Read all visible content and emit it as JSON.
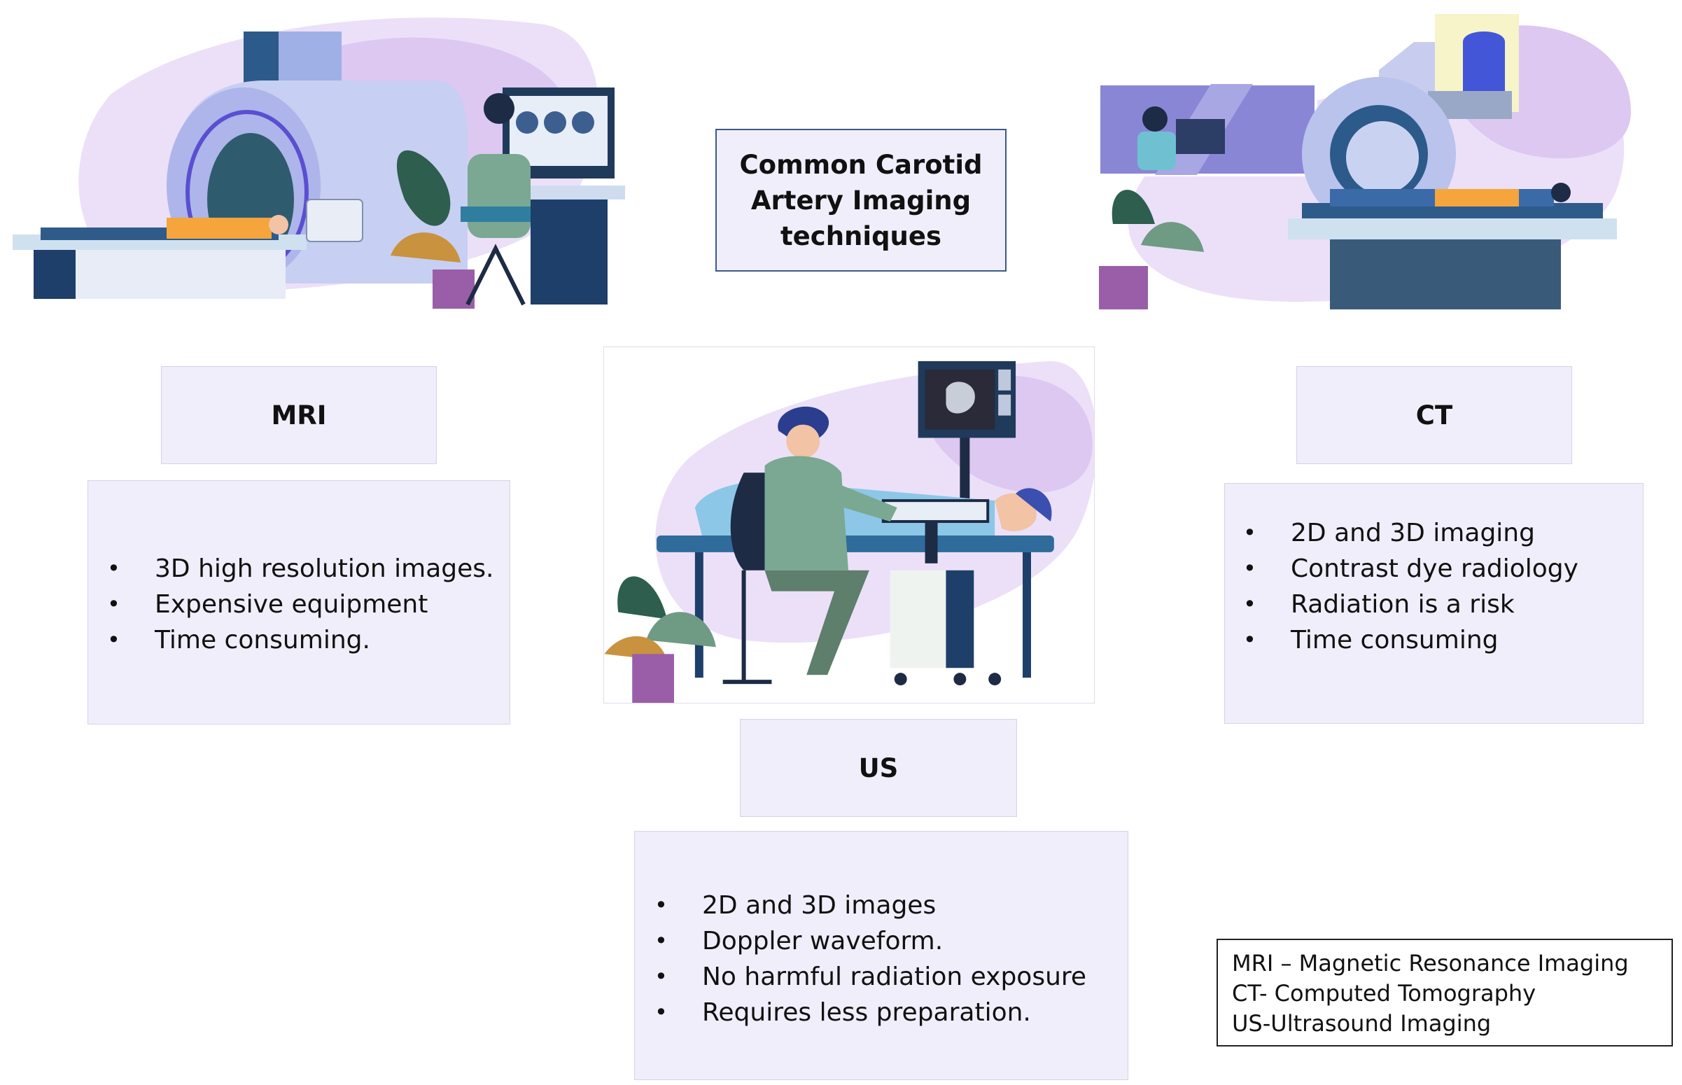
{
  "title": "Common Carotid Artery Imaging techniques",
  "modalities": {
    "mri": {
      "label": "MRI",
      "points": [
        "3D high resolution images.",
        "Expensive equipment",
        "Time consuming."
      ]
    },
    "ct": {
      "label": "CT",
      "points": [
        "2D  and 3D imaging",
        "Contrast dye radiology",
        "Radiation is a risk",
        "Time consuming"
      ]
    },
    "us": {
      "label": "US",
      "points": [
        "2D  and 3D images",
        "Doppler waveform.",
        "No harmful radiation exposure",
        " Requires less preparation."
      ]
    }
  },
  "legend": [
    "MRI – Magnetic Resonance Imaging",
    "CT- Computed Tomography",
    "US-Ultrasound Imaging"
  ],
  "colors": {
    "box_fill": "#f1eefb",
    "title_border": "#3a5a8a",
    "blob_purple": "#e6d8f5",
    "navy": "#1d3f6a",
    "scrub_green": "#6f9a84"
  }
}
